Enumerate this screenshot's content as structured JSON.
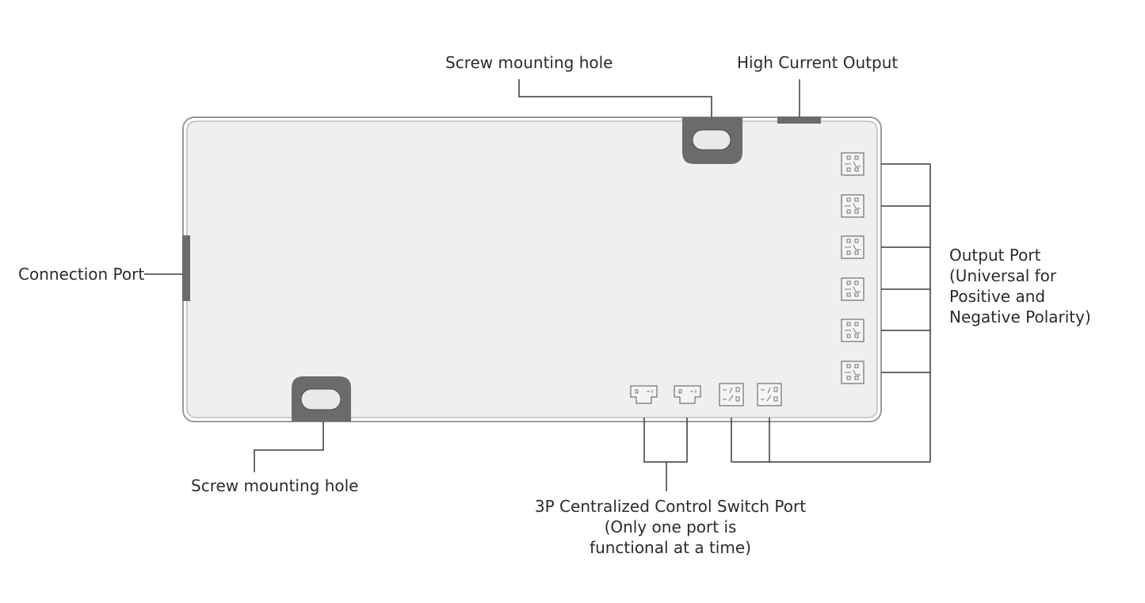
{
  "labels": {
    "screw_top": "Screw mounting hole",
    "high_current": "High Current Output",
    "connection": "Connection Port",
    "output_port": [
      "Output Port",
      "(Universal for",
      "Positive and",
      "Negative Polarity)"
    ],
    "screw_bottom": "Screw mounting hole",
    "switch_port": [
      "3P Centralized Control Switch Port",
      "(Only one port is",
      "functional at a time)"
    ]
  },
  "colors": {
    "board_fill": "#efefef",
    "board_stroke": "#9a9a9a",
    "mount_fill": "#6b6b6b",
    "line": "#3a3a3a",
    "port_stroke": "#555555"
  }
}
